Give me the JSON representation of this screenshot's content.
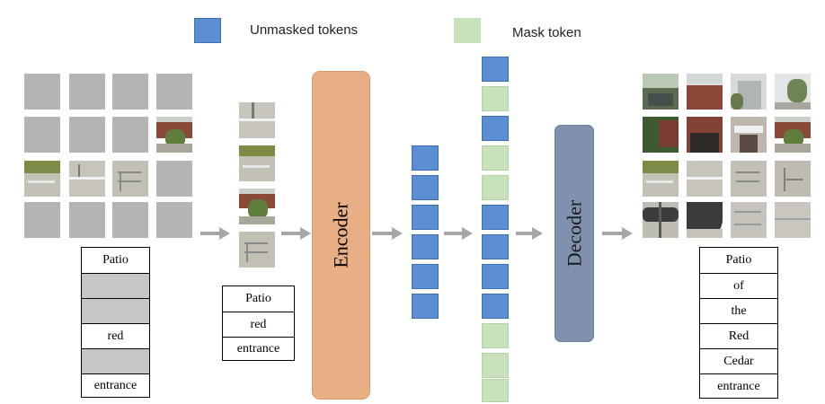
{
  "legend": {
    "unmasked_label": "Unmasked tokens",
    "mask_label": "Mask token",
    "unmasked_color": "#5b8fd2",
    "mask_color": "#c8e2bb"
  },
  "encoder": {
    "label": "Encoder",
    "color": "#e8ae84"
  },
  "decoder": {
    "label": "Decoder",
    "color": "#8091ad"
  },
  "input_words": [
    {
      "text": "Patio",
      "masked": false
    },
    {
      "text": "",
      "masked": true
    },
    {
      "text": "",
      "masked": true
    },
    {
      "text": "red",
      "masked": false
    },
    {
      "text": "",
      "masked": true
    },
    {
      "text": "entrance",
      "masked": false
    }
  ],
  "visible_words": [
    "Patio",
    "red",
    "entrance"
  ],
  "output_words": [
    "Patio",
    "of",
    "the",
    "Red",
    "Cedar",
    "entrance"
  ],
  "arrow_color": "#a6a6a6",
  "token_sequence": [
    "unmasked",
    "mask",
    "unmasked",
    "mask",
    "mask",
    "unmasked",
    "unmasked",
    "unmasked",
    "unmasked",
    "mask",
    "mask",
    "mask"
  ]
}
